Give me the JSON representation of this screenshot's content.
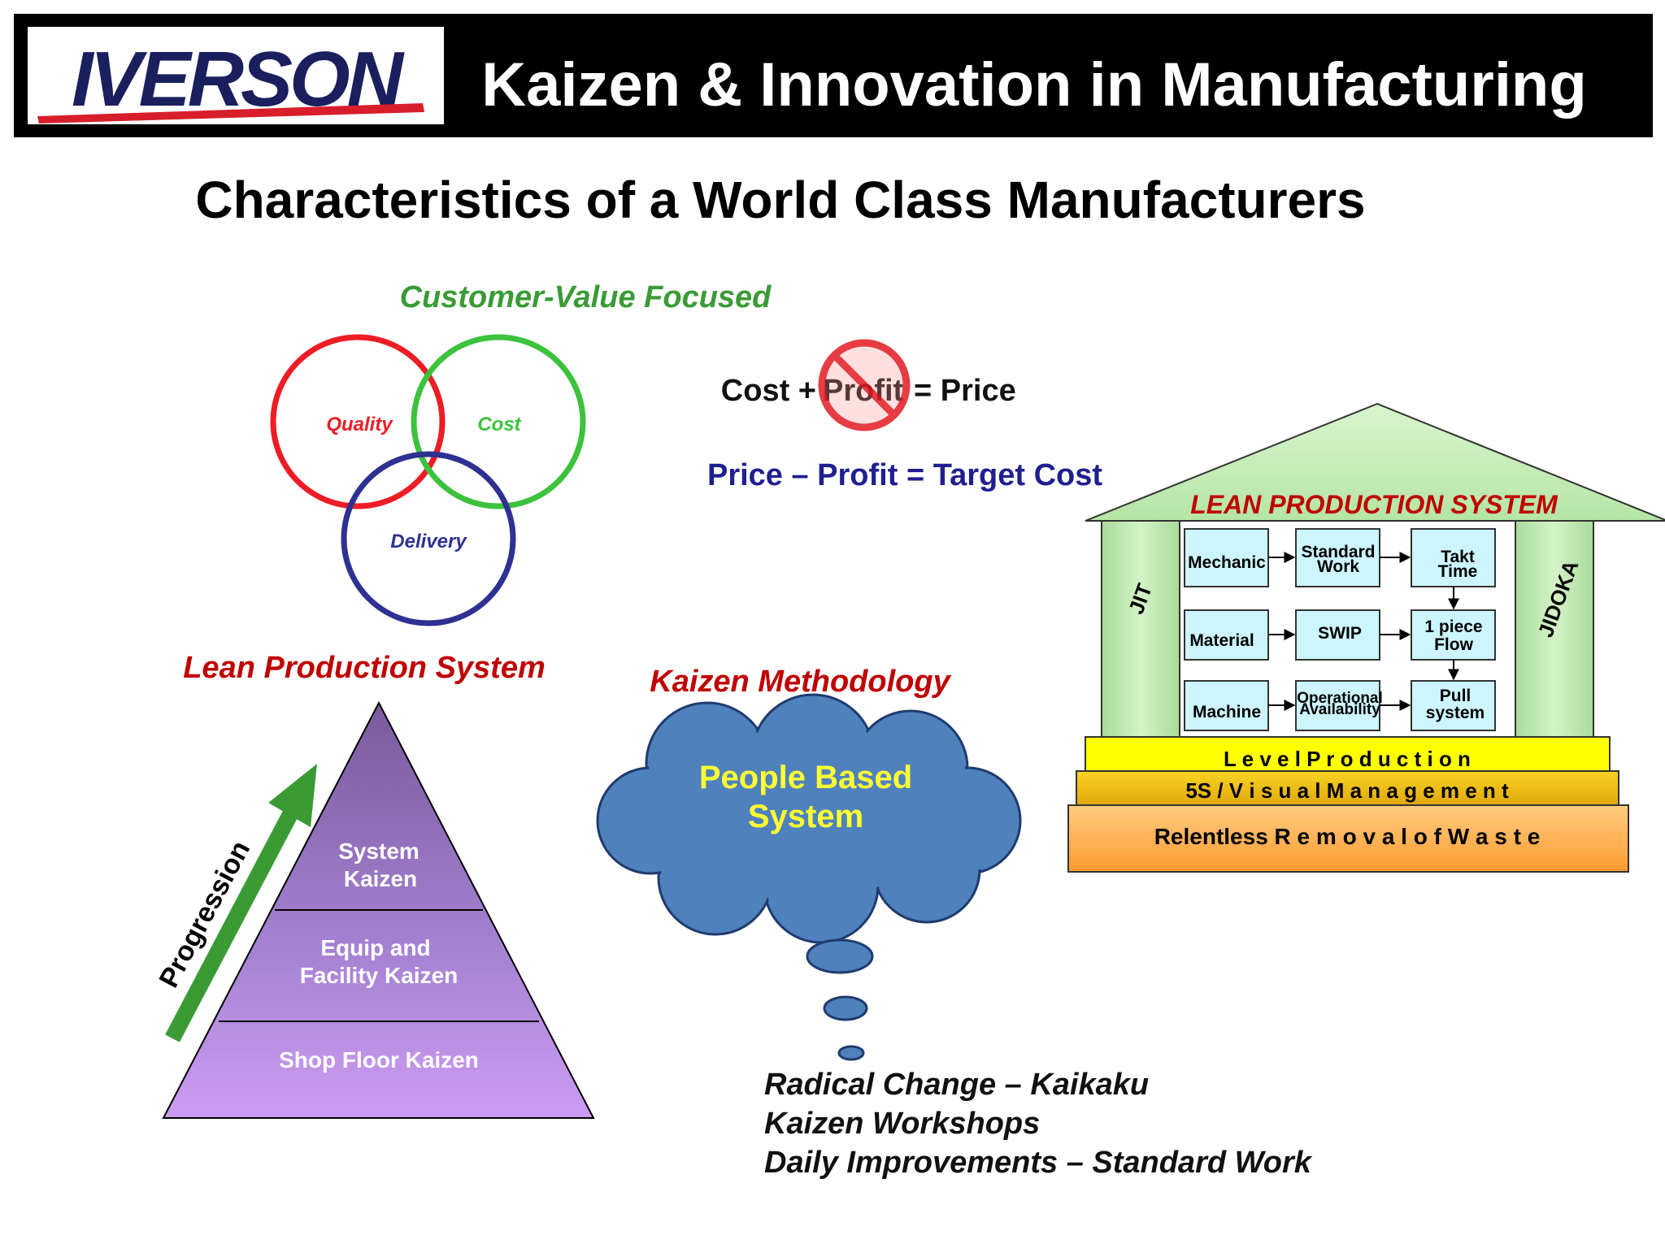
{
  "header": {
    "logo_text": "IVERSON",
    "title": "Kaizen & Innovation in Manufacturing"
  },
  "slide_title": "Characteristics of a World Class Manufacturers",
  "customer_value": {
    "heading": "Customer-Value Focused",
    "circles": [
      {
        "label": "Quality",
        "color": "#ee1c24"
      },
      {
        "label": "Cost",
        "color": "#3cc23c"
      },
      {
        "label": "Delivery",
        "color": "#2e3192"
      }
    ]
  },
  "pricing": {
    "equation_cost": "Cost +",
    "equation_profit": "Profit",
    "equation_price": "= Price",
    "target_cost": "Price – Profit = Target Cost",
    "no_symbol_icon": "prohibited-icon"
  },
  "lean_pyramid": {
    "heading": "Lean Production System",
    "progression_label": "Progression",
    "levels": [
      {
        "line1": "System",
        "line2": "Kaizen"
      },
      {
        "line1": "Equip and",
        "line2": "Facility Kaizen"
      },
      {
        "line1": "Shop Floor Kaizen",
        "line2": ""
      }
    ]
  },
  "kaizen": {
    "heading": "Kaizen Methodology",
    "cloud_line1": "People Based",
    "cloud_line2": "System",
    "items": [
      "Radical Change – Kaikaku",
      "Kaizen Workshops",
      "Daily Improvements – Standard Work"
    ]
  },
  "house": {
    "title": "LEAN PRODUCTION SYSTEM",
    "left_pillar": "JIT",
    "right_pillar": "JIDOKA",
    "rows": [
      [
        "Mechanic",
        "Standard Work",
        "Takt Time"
      ],
      [
        "Material",
        "SWIP",
        "1  piece Flow"
      ],
      [
        "Machine",
        "Operational Availability",
        "Pull system"
      ]
    ],
    "cells": {
      "r0c0": "Mechanic",
      "r0c1a": "Standard",
      "r0c1b": "Work",
      "r0c2a": "Takt",
      "r0c2b": "Time",
      "r1c0": "Material",
      "r1c1": "SWIP",
      "r1c2a": "1  piece",
      "r1c2b": "Flow",
      "r2c0": "Machine",
      "r2c1a": "Operational",
      "r2c1b": "Availability",
      "r2c2a": "Pull",
      "r2c2b": "system"
    },
    "base_level": "L e v e l  P r o d u c t i o n",
    "base_5s": "5S / V i s u a l  M a n a g e m e n t",
    "base_waste": "Relentless  R e m o v a l  o f  W a s t e"
  },
  "colors": {
    "header_bg": "#000000",
    "red_heading": "#c00000",
    "green_heading": "#3a9b35",
    "navy": "#1f1f8f",
    "cloud": "#4f81bd",
    "cloud_text": "#ffff33",
    "house_green": "#c6efb7",
    "cell_cyan": "#ccf5ff",
    "level_yellow": "#ffff00",
    "fiveS_gold": "#f5c518",
    "waste_orange": "#ffb347"
  }
}
